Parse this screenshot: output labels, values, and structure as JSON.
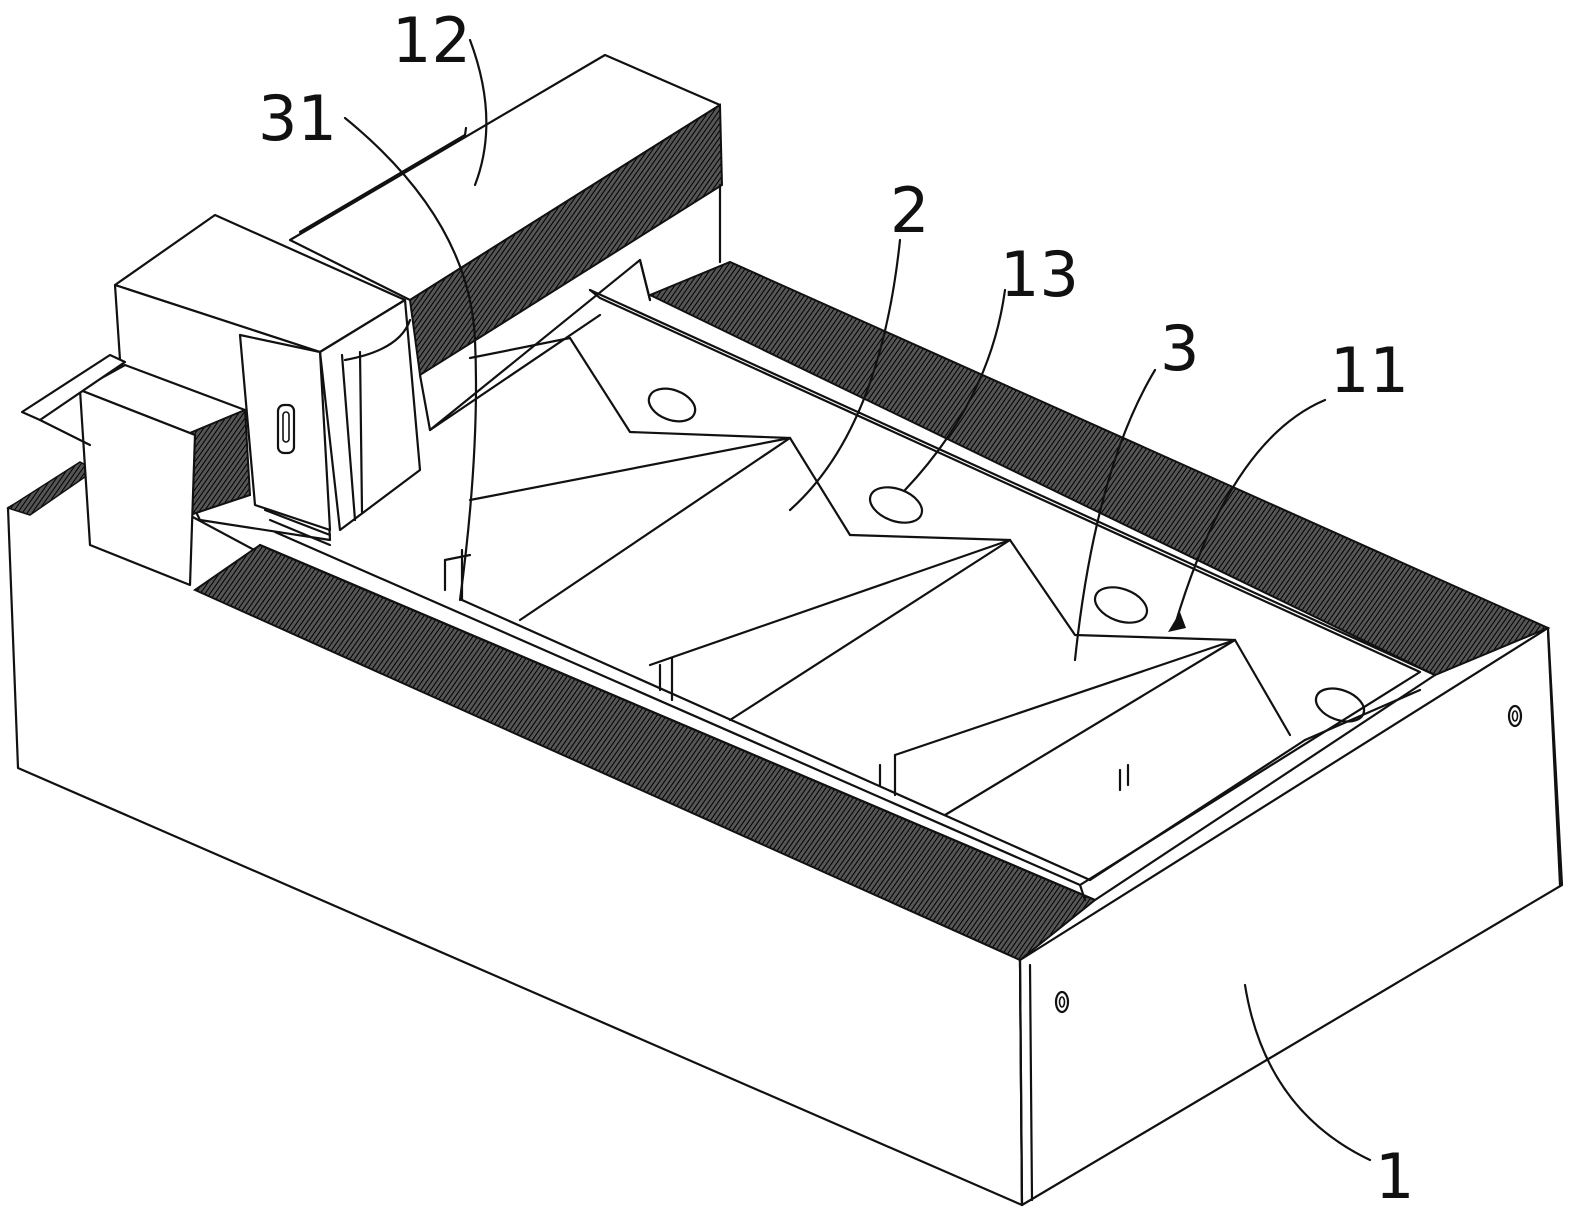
{
  "figure": {
    "labels": [
      {
        "id": "label-12",
        "text": "12"
      },
      {
        "id": "label-31",
        "text": "31"
      },
      {
        "id": "label-2",
        "text": "2"
      },
      {
        "id": "label-13",
        "text": "13"
      },
      {
        "id": "label-3",
        "text": "3"
      },
      {
        "id": "label-11",
        "text": "11"
      },
      {
        "id": "label-1",
        "text": "1"
      }
    ]
  },
  "colors": {
    "line": "#111111",
    "background": "#ffffff"
  }
}
